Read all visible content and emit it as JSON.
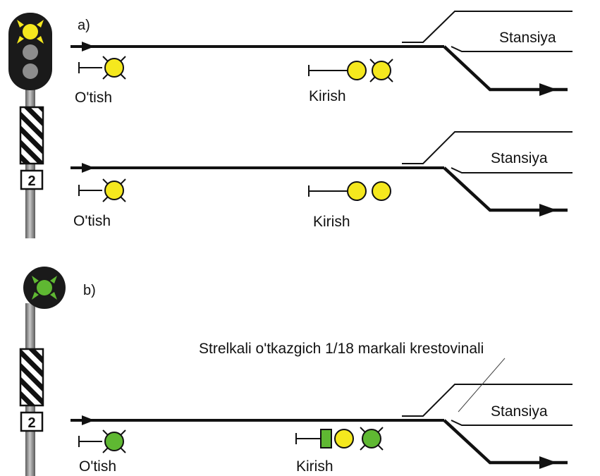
{
  "panel_a": {
    "tag": "a)",
    "diagrams": [
      {
        "station_label": "Stansiya",
        "passing_label": "O'tish",
        "entry_label": "Kirish"
      },
      {
        "station_label": "Stansiya",
        "passing_label": "O'tish",
        "entry_label": "Kirish"
      }
    ],
    "signal_plate": "2"
  },
  "panel_b": {
    "tag": "b)",
    "station_label": "Stansiya",
    "passing_label": "O'tish",
    "entry_label": "Kirish",
    "switch_callout": "Strelkali o'tkazgich 1/18 markali krestovinali",
    "signal_plate": "2"
  },
  "colors": {
    "yellow": "#f5e81e",
    "green": "#5fb832",
    "track": "#111111",
    "signal_head": "#1a1a1a",
    "mast": "#8a8a8a"
  }
}
